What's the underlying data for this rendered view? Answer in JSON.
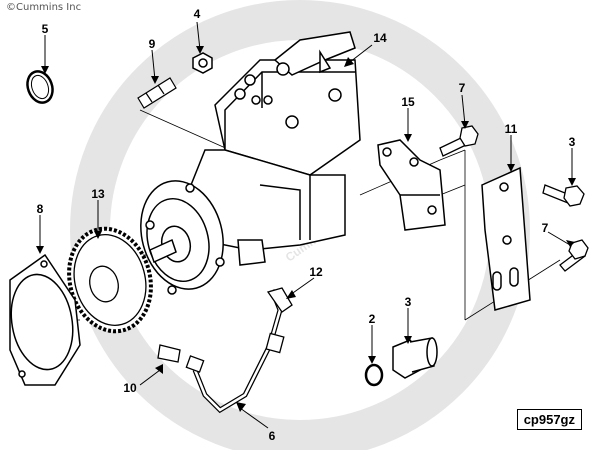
{
  "copyright": "©Cummins Inc",
  "watermark": "Cummins",
  "figure_code": "cp957gz",
  "callouts": [
    {
      "id": "c5",
      "label": "5"
    },
    {
      "id": "c4",
      "label": "4"
    },
    {
      "id": "c9",
      "label": "9"
    },
    {
      "id": "c14",
      "label": "14"
    },
    {
      "id": "c7a",
      "label": "7"
    },
    {
      "id": "c15",
      "label": "15"
    },
    {
      "id": "c11",
      "label": "11"
    },
    {
      "id": "c3a",
      "label": "3"
    },
    {
      "id": "c8",
      "label": "8"
    },
    {
      "id": "c13",
      "label": "13"
    },
    {
      "id": "c7b",
      "label": "7"
    },
    {
      "id": "c12",
      "label": "12"
    },
    {
      "id": "c2",
      "label": "2"
    },
    {
      "id": "c3b",
      "label": "3"
    },
    {
      "id": "c10",
      "label": "10"
    },
    {
      "id": "c6",
      "label": "6"
    }
  ]
}
